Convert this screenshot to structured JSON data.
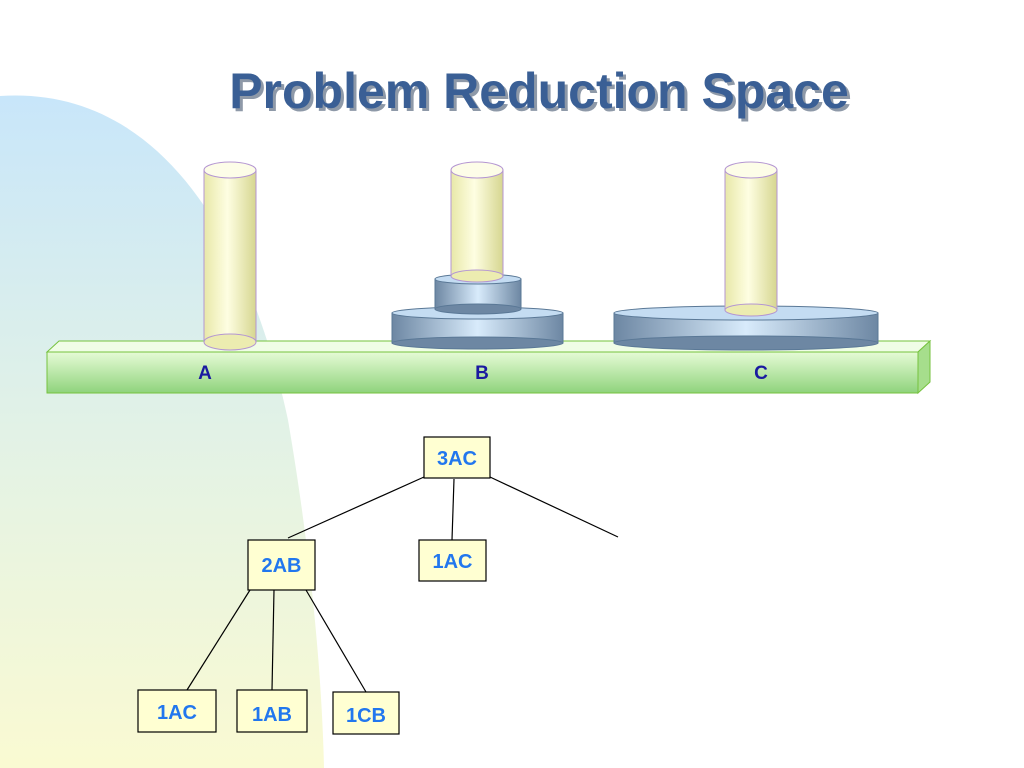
{
  "slide": {
    "title": "Problem Reduction Space"
  },
  "pegs": [
    {
      "label": "A"
    },
    {
      "label": "B"
    },
    {
      "label": "C"
    }
  ],
  "tree": {
    "nodes": [
      {
        "id": "n0",
        "label": "3AC"
      },
      {
        "id": "n1",
        "label": "2AB"
      },
      {
        "id": "n2",
        "label": "1AC"
      },
      {
        "id": "n3",
        "label": "1AC"
      },
      {
        "id": "n4",
        "label": "1AB"
      },
      {
        "id": "n5",
        "label": "1CB"
      }
    ]
  },
  "colors": {
    "title": "#3a5f95",
    "title_shadow": "#8e99a8",
    "node_text": "#2277ee",
    "node_fill": "#ffffd2",
    "node_border": "#000000",
    "base_top": "#e4fad2",
    "base_bottom": "#8ed27a",
    "base_border": "#76c23e",
    "peg_fill": "#fafac0",
    "peg_border": "#b496d2",
    "disk_light": "#d2e6fa",
    "disk_dark": "#5a7896",
    "bg_blob_top": "#c8e6fa",
    "bg_blob_bottom": "#fafad2"
  }
}
